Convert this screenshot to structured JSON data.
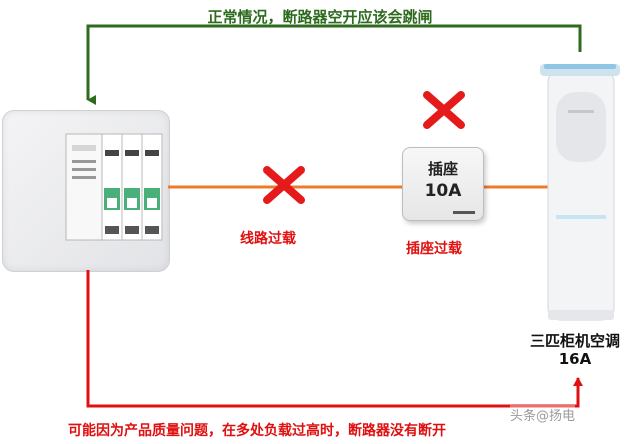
{
  "top_caption": "正常情况，断路器空开应该会跳闸",
  "bottom_caption": "可能因为产品质量问题，在多处负载过高时，断路器没有断开",
  "line_overload_label": "线路过载",
  "socket": {
    "name": "插座",
    "rating": "10A",
    "overload_label": "插座过载"
  },
  "air_conditioner": {
    "name": "三匹柜机空调",
    "rating": "16A"
  },
  "watermark": "头条@扬电",
  "colors": {
    "top_wire": "#2d6b1f",
    "bottom_wire": "#e01010",
    "middle_wire": "#ef7b2a",
    "cross": "#e51a1a"
  }
}
